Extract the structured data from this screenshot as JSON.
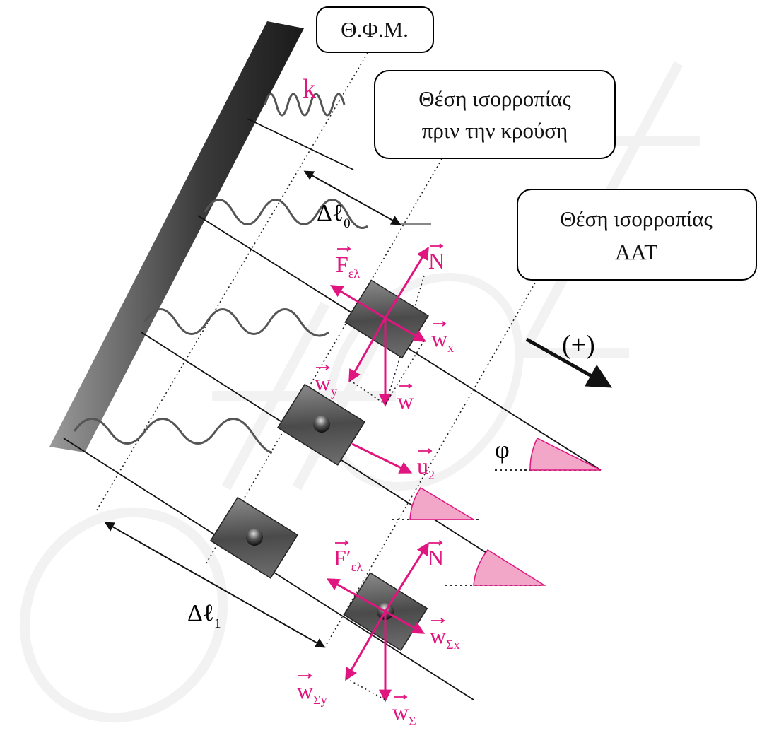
{
  "labels": {
    "natural_length": "Θ.Φ.Μ.",
    "eq_before_line1": "Θέση ισορροπίας",
    "eq_before_line2": "πριν την κρούση",
    "eq_shm_line1": "Θέση ισορροπίας",
    "eq_shm_line2": "ΑΑΤ",
    "spring_constant": "k",
    "positive_direction": "(+)",
    "angle": "φ"
  },
  "lengths": {
    "dl0_main": "Δℓ",
    "dl0_sub": "0",
    "dl1_main": "Δℓ",
    "dl1_sub": "1"
  },
  "forces_before": {
    "elastic_main": "F",
    "elastic_sub": "ελ",
    "normal": "N",
    "wx_main": "w",
    "wx_sub": "x",
    "wy_main": "w",
    "wy_sub": "y",
    "w": "w"
  },
  "velocity": {
    "main": "u",
    "sub": "2"
  },
  "forces_after": {
    "elastic_main": "F′",
    "elastic_sub": "ελ",
    "normal": "N",
    "wsx_main": "w",
    "wsx_sub": "Σx",
    "wsy_main": "w",
    "wsy_sub": "Σy",
    "ws_main": "w",
    "ws_sub": "Σ"
  },
  "watermark": "ΟΕΦΕ",
  "colors": {
    "force_color": "#e0157f",
    "angle_fill": "#f2a6c8",
    "wall_dark": "#3a3a3a",
    "block": "#5a5a5a"
  }
}
